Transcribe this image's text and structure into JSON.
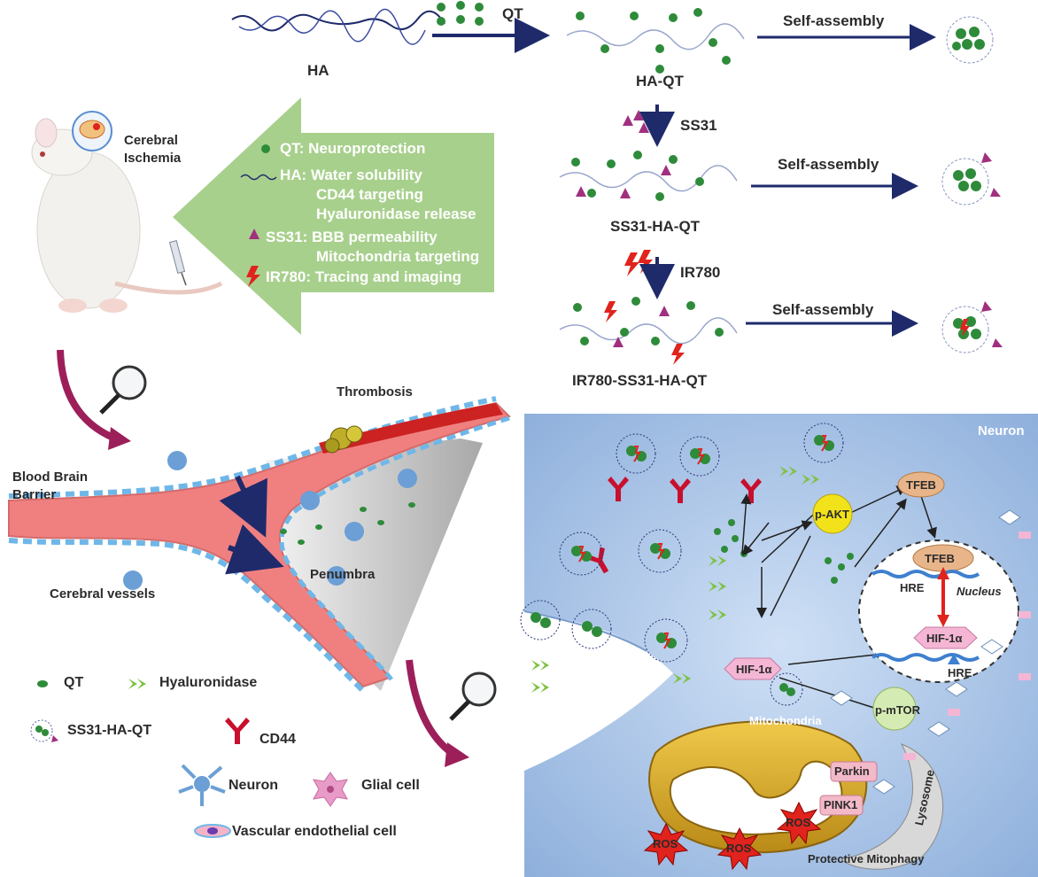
{
  "synthesis": {
    "ha": "HA",
    "qt_reagent": "QT",
    "ha_qt": "HA-QT",
    "ss31_reagent": "SS31",
    "ss31_ha_qt": "SS31-HA-QT",
    "ir780_reagent": "IR780",
    "ir780_ss31_ha_qt": "IR780-SS31-HA-QT",
    "self_assembly": "Self-assembly"
  },
  "mouse": {
    "cerebral_ischemia_line1": "Cerebral",
    "cerebral_ischemia_line2": "Ischemia"
  },
  "functions": {
    "qt": "QT: Neuroprotection",
    "ha_line1": "HA: Water solubility",
    "ha_line2": "CD44 targeting",
    "ha_line3": "Hyaluronidase release",
    "ss31_line1": "SS31: BBB permeability",
    "ss31_line2": "Mitochondria targeting",
    "ir780": "IR780: Tracing and imaging"
  },
  "vessel": {
    "thrombosis": "Thrombosis",
    "bbb_line1": "Blood Brain",
    "bbb_line2": "Barrier",
    "cerebral_vessels": "Cerebral vessels",
    "penumbra": "Penumbra"
  },
  "legend": {
    "qt": "QT",
    "hyaluronidase": "Hyaluronidase",
    "ss31_ha_qt": "SS31-HA-QT",
    "cd44": "CD44",
    "neuron": "Neuron",
    "glial": "Glial cell",
    "endothelial": "Vascular endothelial cell"
  },
  "neuron_panel": {
    "neuron": "Neuron",
    "tfeb": "TFEB",
    "tfeb_nucleus": "TFEB",
    "hre1": "HRE",
    "nucleus": "Nucleus",
    "hif_nucleus": "HIF-1α",
    "hre2": "HRE",
    "p_akt": "p-AKT",
    "hif": "HIF-1α",
    "p_mtor": "p-mTOR",
    "mitochondria": "Mitochondria",
    "lysosome": "Lysosome",
    "parkin": "Parkin",
    "pink1": "PINK1",
    "ros": "ROS",
    "protective_mitophagy": "Protective Mitophagy"
  },
  "colors": {
    "navy_arrow": "#1f2a6b",
    "qt_green": "#2e8b3a",
    "ss31_purple": "#a0307f",
    "ir780_red": "#e0231c",
    "panel_green": "#a8d08d",
    "vessel_red": "#f08080",
    "neuron_blue": "#a9c4e8",
    "cd44_red": "#c8102e"
  }
}
